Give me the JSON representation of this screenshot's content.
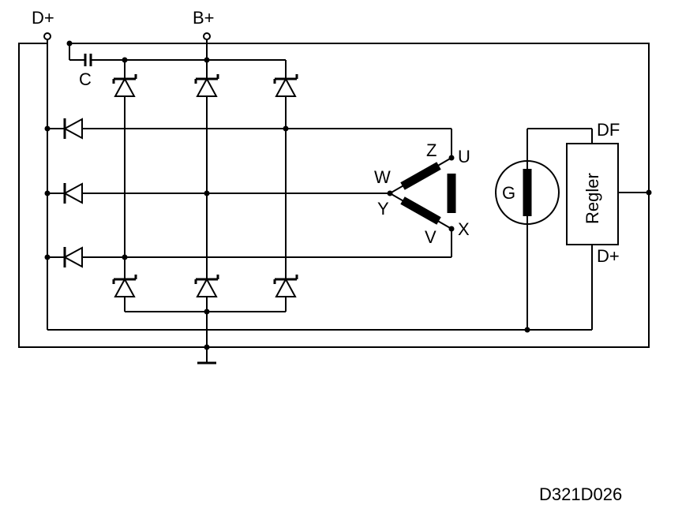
{
  "terminals": {
    "d_plus_top": "D+",
    "b_plus": "B+"
  },
  "capacitor": {
    "label": "C"
  },
  "stator": {
    "w": "W",
    "y": "Y",
    "z": "Z",
    "u": "U",
    "v": "V",
    "x": "X"
  },
  "rotor": {
    "label": "G"
  },
  "regulator": {
    "label": "Regler",
    "df": "DF",
    "d_plus": "D+"
  },
  "drawing_code": "D321D026",
  "colors": {
    "line": "#000000",
    "background": "#ffffff"
  }
}
